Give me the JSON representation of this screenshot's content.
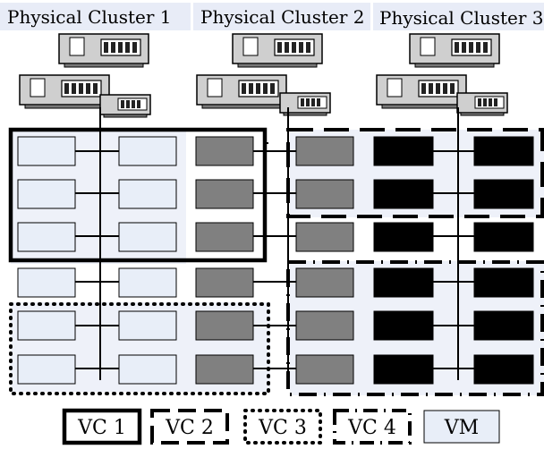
{
  "clusters": {
    "c1": "Physical Cluster 1",
    "c2": "Physical Cluster 2",
    "c3": "Physical Cluster 3"
  },
  "legend": {
    "vc1": "VC 1",
    "vc2": "VC 2",
    "vc3": "VC 3",
    "vc4": "VC 4",
    "vm": "VM"
  },
  "colors": {
    "band": "#e8ecf7",
    "vm_light": "#e8eef8",
    "vm_gray": "#808080",
    "vm_black": "#000000",
    "server": "#c8c8c8"
  }
}
